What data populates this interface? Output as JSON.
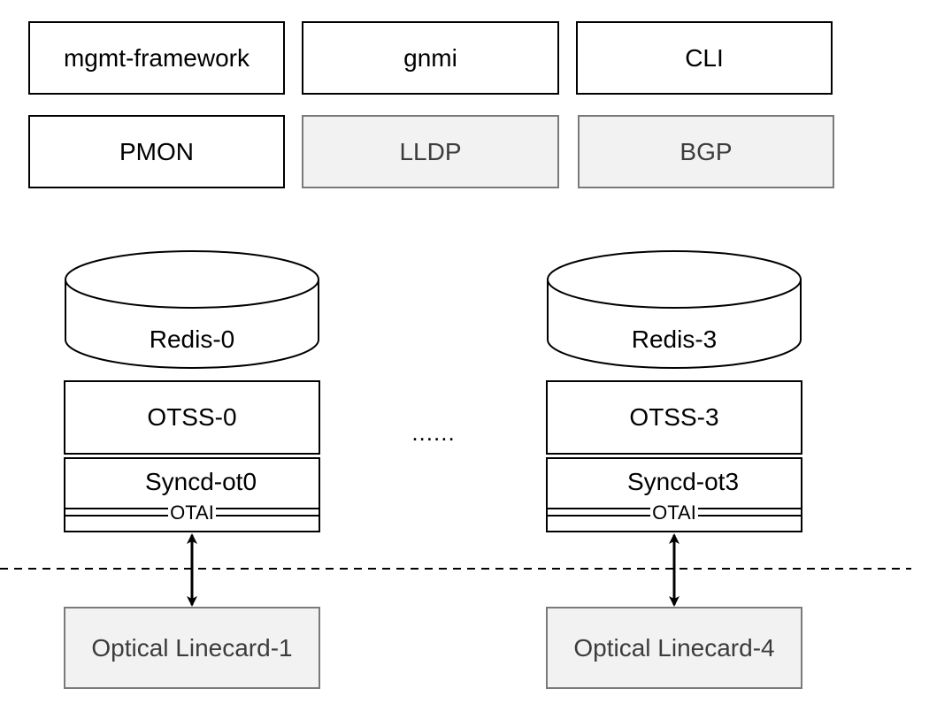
{
  "top_row": {
    "mgmt": "mgmt-framework",
    "gnmi": "gnmi",
    "cli": "CLI"
  },
  "second_row": {
    "pmon": "PMON",
    "lldp": "LLDP",
    "bgp": "BGP"
  },
  "left_stack": {
    "redis": "Redis-0",
    "otss": "OTSS-0",
    "syncd": "Syncd-ot0",
    "otai": "OTAI",
    "linecard": "Optical Linecard-1"
  },
  "right_stack": {
    "redis": "Redis-3",
    "otss": "OTSS-3",
    "syncd": "Syncd-ot3",
    "otai": "OTAI",
    "linecard": "Optical Linecard-4"
  },
  "ellipsis": "......",
  "colors": {
    "stroke": "#000000",
    "grey_fill": "#f2f2f2",
    "grey_stroke": "#7a7a7a",
    "grey_text": "#3c3c3c"
  }
}
